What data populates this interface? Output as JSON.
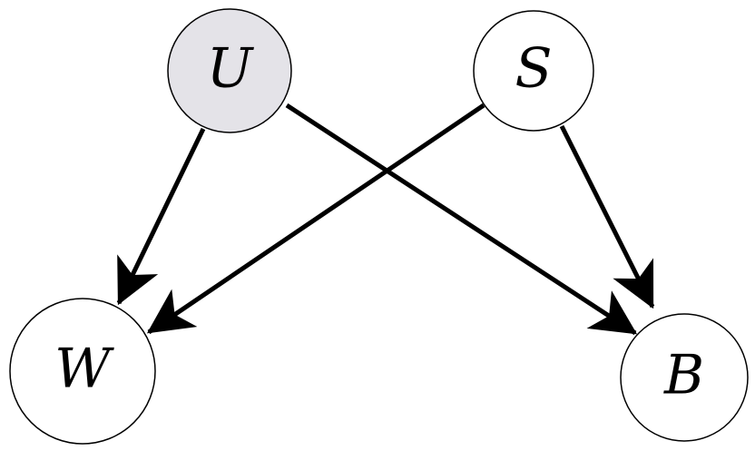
{
  "diagram": {
    "nodes": [
      {
        "id": "U",
        "label": "U",
        "fill": "#e4e3e8",
        "observed": false
      },
      {
        "id": "S",
        "label": "S",
        "fill": "#ffffff",
        "observed": true
      },
      {
        "id": "W",
        "label": "W",
        "fill": "#ffffff",
        "observed": true
      },
      {
        "id": "B",
        "label": "B",
        "fill": "#ffffff",
        "observed": true
      }
    ],
    "edges": [
      {
        "from": "U",
        "to": "W"
      },
      {
        "from": "U",
        "to": "B"
      },
      {
        "from": "S",
        "to": "W"
      },
      {
        "from": "S",
        "to": "B"
      }
    ],
    "colors": {
      "stroke": "#000000",
      "unobserved_fill": "#e4e3e8",
      "observed_fill": "#ffffff"
    }
  }
}
